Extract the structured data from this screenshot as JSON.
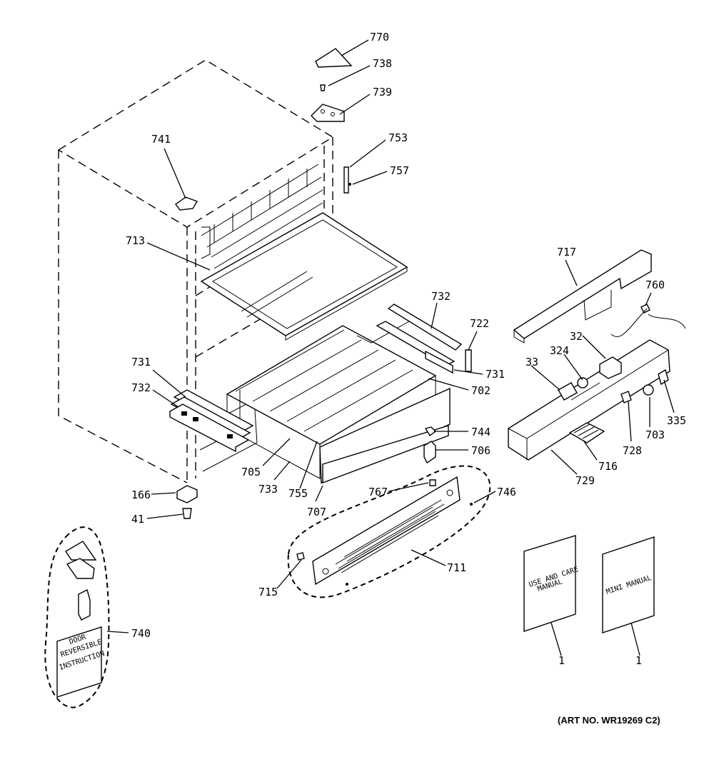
{
  "labels": {
    "l770": "770",
    "l738": "738",
    "l739": "739",
    "l741": "741",
    "l753": "753",
    "l757": "757",
    "l713": "713",
    "l717": "717",
    "l760": "760",
    "l732a": "732",
    "l722": "722",
    "l731a": "731",
    "l702": "702",
    "l32": "32",
    "l324": "324",
    "l33": "33",
    "l335": "335",
    "l731b": "731",
    "l732b": "732",
    "l744": "744",
    "l706": "706",
    "l703": "703",
    "l728": "728",
    "l716": "716",
    "l729": "729",
    "l705": "705",
    "l733": "733",
    "l755": "755",
    "l707": "707",
    "l767": "767",
    "l746": "746",
    "l166": "166",
    "l41": "41",
    "l711": "711",
    "l715": "715",
    "l740": "740",
    "l1a": "1",
    "l1b": "1"
  },
  "manuals": {
    "use_care_line1": "USE AND CARE",
    "use_care_line2": "MANUAL",
    "mini": "MINI MANUAL"
  },
  "door_kit": {
    "line1": "DOOR",
    "line2": "REVERSIBLE",
    "line3": "INSTRUCTION"
  },
  "art_no": "(ART NO. WR19269 C2)"
}
